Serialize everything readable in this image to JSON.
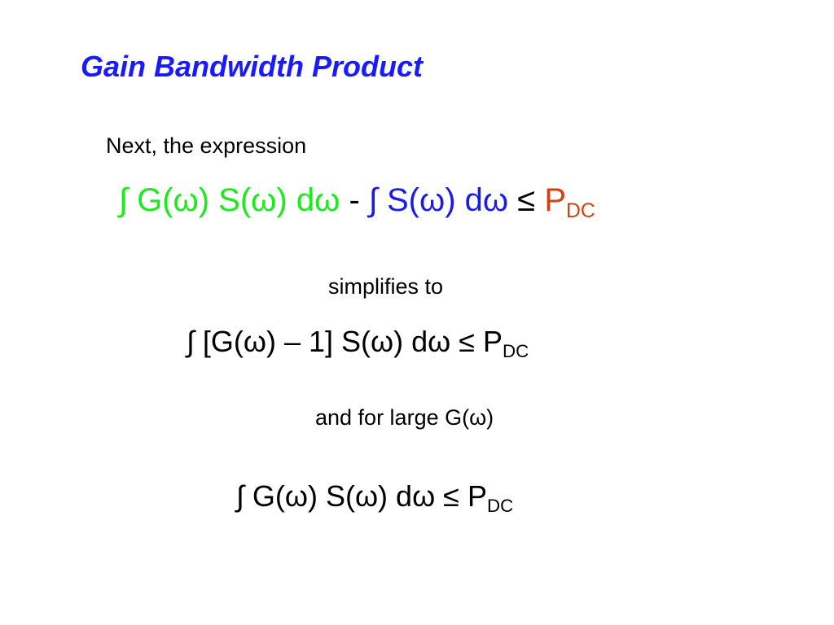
{
  "title": "Gain Bandwidth Product",
  "intro": "Next, the expression",
  "expression_1": {
    "green_part": "∫ G(ω) S(ω) dω",
    "minus": "-",
    "blue_part": "∫ S(ω) dω",
    "leq": "≤",
    "p": "P",
    "sub": "DC"
  },
  "simplifies": "simplifies to",
  "expression_2": {
    "main": "∫ [G(ω) – 1] S(ω) dω ≤ P",
    "sub": "DC"
  },
  "large_g": "and for large G(ω)",
  "expression_3": {
    "main": "∫ G(ω) S(ω) dω ≤ P",
    "sub": "DC"
  },
  "colors": {
    "title": "#1a1aff",
    "green": "#1aeb1a",
    "blue": "#1a1aee",
    "orange": "#d2410f"
  }
}
